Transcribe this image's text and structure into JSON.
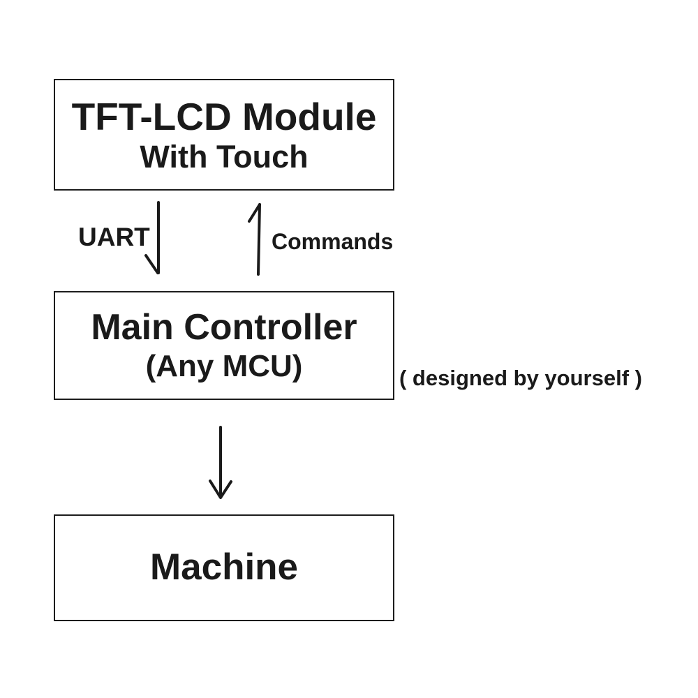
{
  "diagram": {
    "tft_box": {
      "line1": "TFT-LCD Module",
      "line2": "With Touch"
    },
    "controller_box": {
      "line1": "Main Controller",
      "line2": "(Any MCU)"
    },
    "machine_box": {
      "line1": "Machine"
    },
    "uart_label": "UART",
    "commands_label": "Commands",
    "designed_label": "( designed by yourself )",
    "colors": {
      "line": "#1a1a1a",
      "border": "#1c1c1c",
      "background": "#ffffff"
    }
  }
}
